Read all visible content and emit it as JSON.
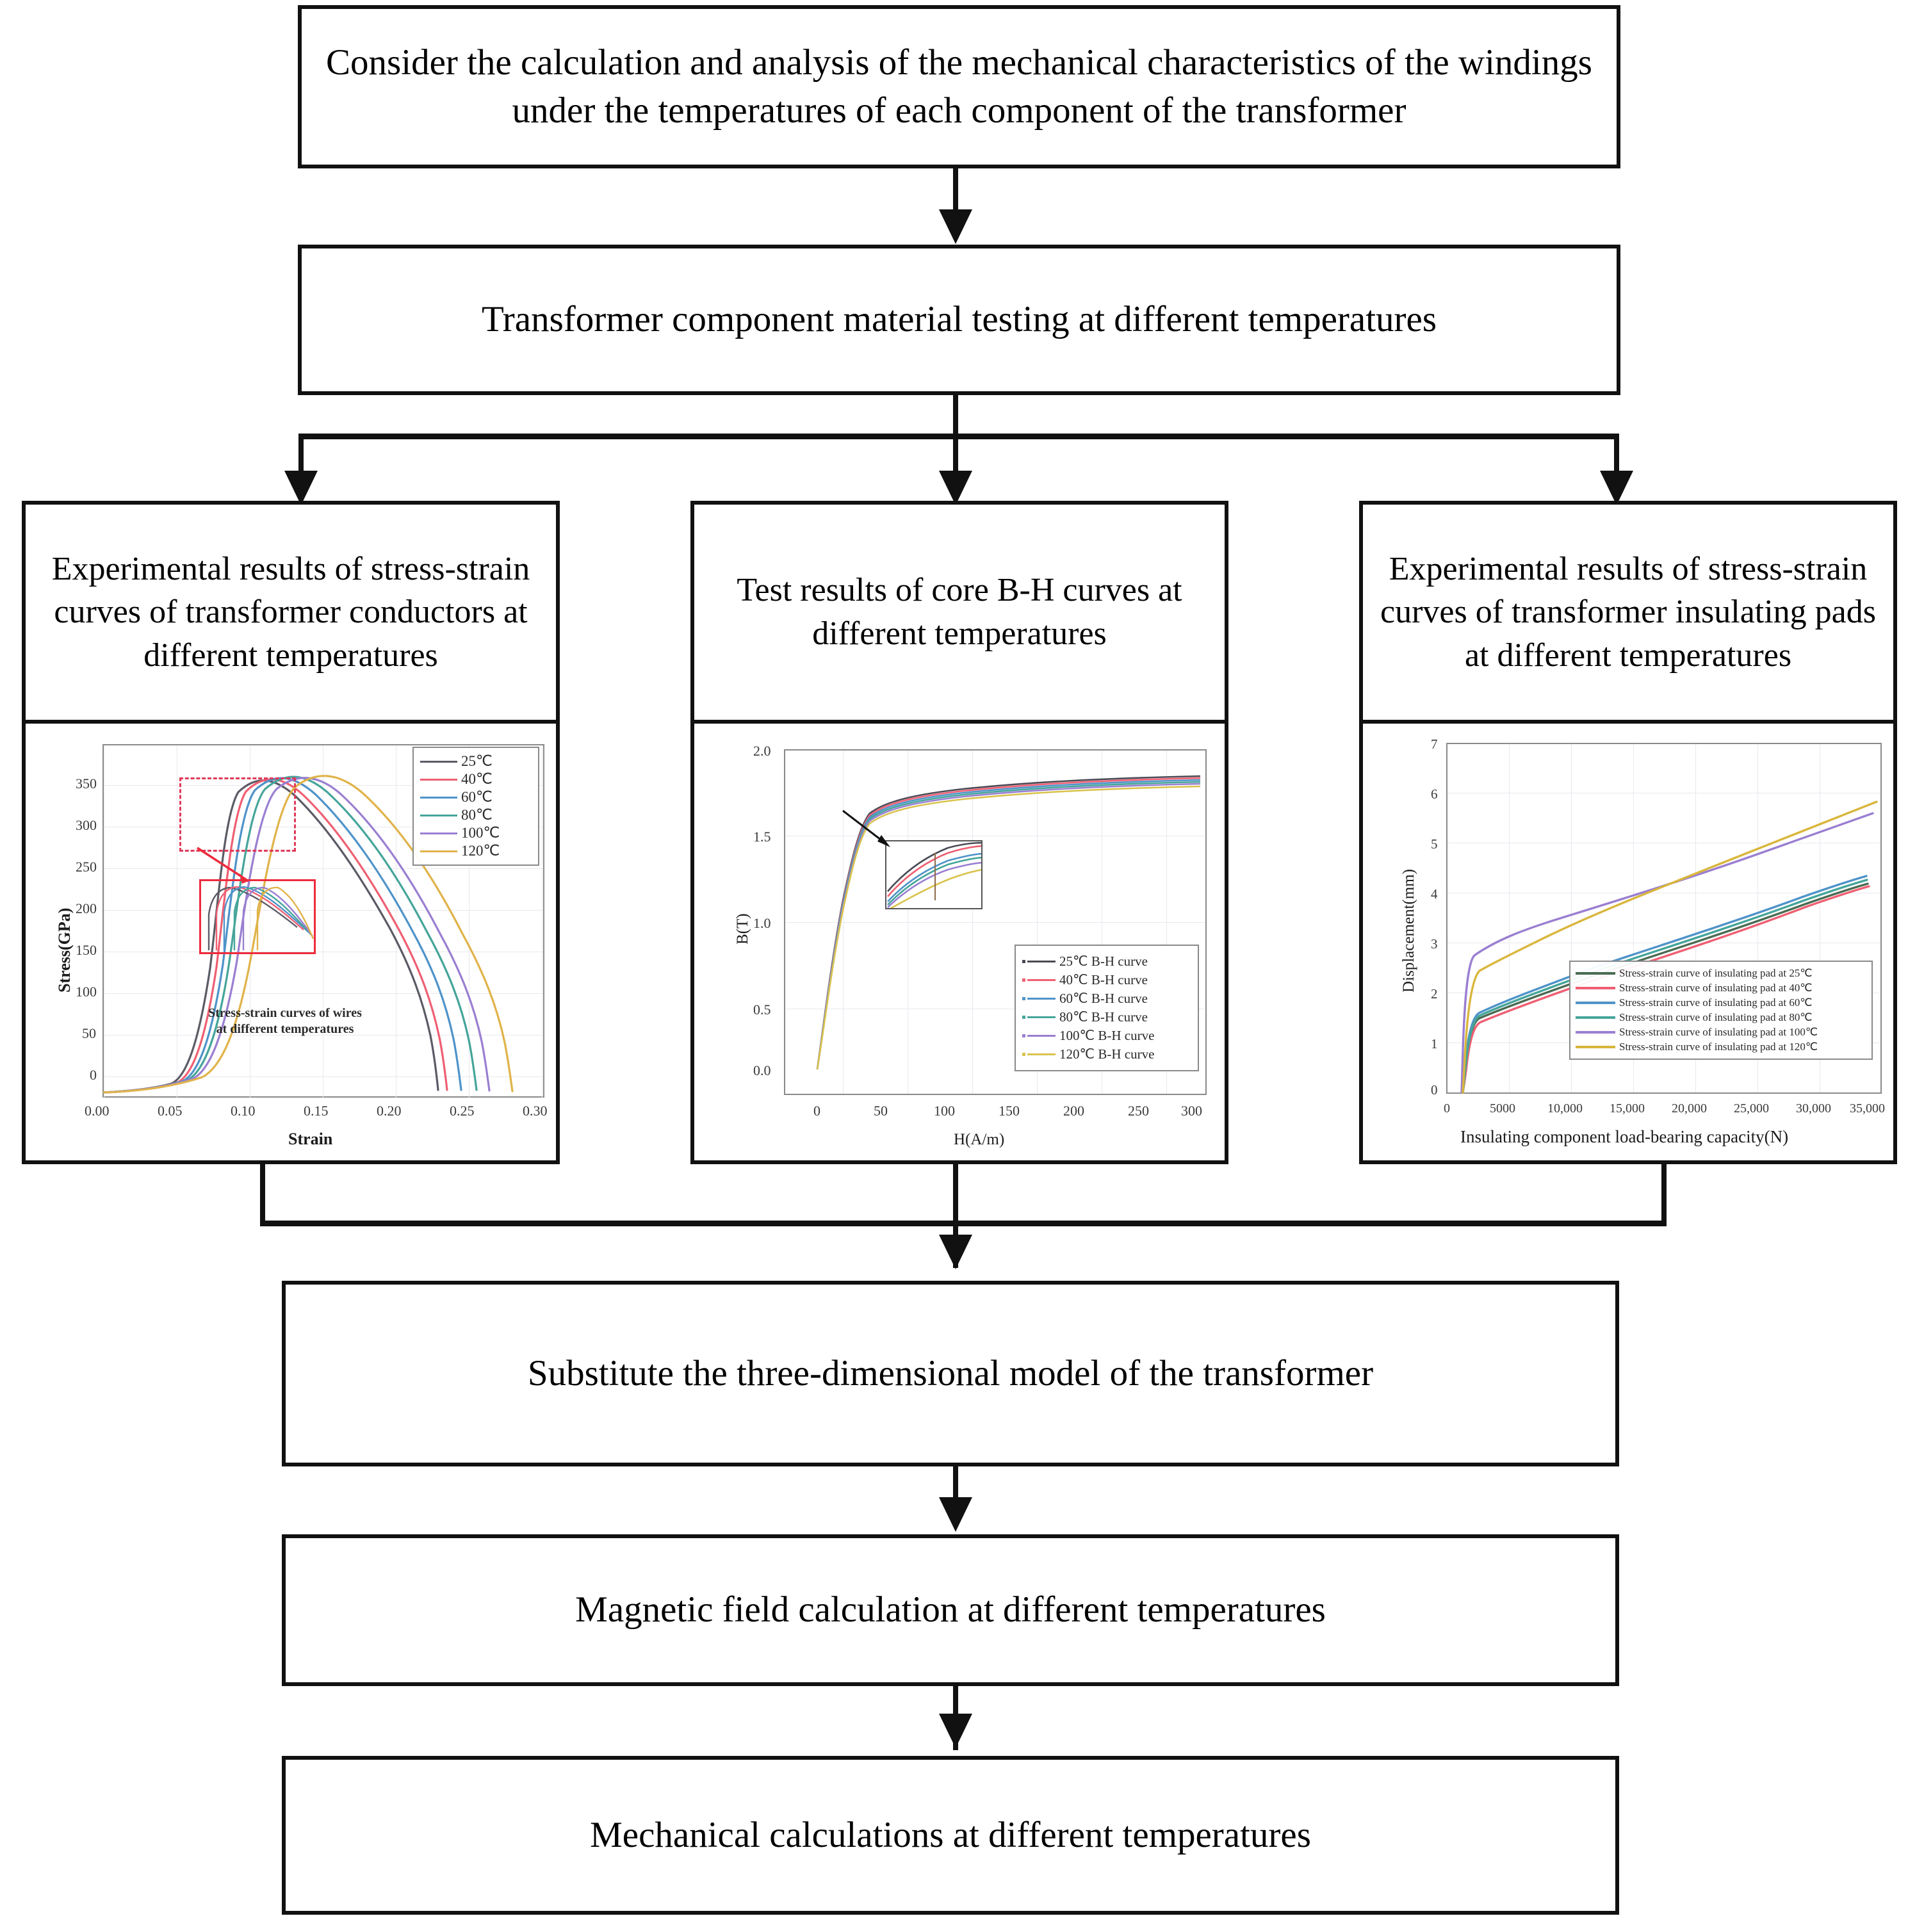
{
  "flow": {
    "nodes": [
      {
        "id": "n1",
        "label": "Consider the calculation and analysis of the mechanical characteristics of the windings under the temperatures of each component of the transformer"
      },
      {
        "id": "n2",
        "label": "Transformer component material testing at different temperatures"
      },
      {
        "id": "n3",
        "label": "Experimental results of stress-strain curves of transformer conductors at different temperatures"
      },
      {
        "id": "n4",
        "label": "Test results of core B-H curves at different temperatures"
      },
      {
        "id": "n5",
        "label": "Experimental results of stress-strain curves of transformer insulating pads at different temperatures"
      },
      {
        "id": "n6",
        "label": "Substitute the three-dimensional model of the transformer"
      },
      {
        "id": "n7",
        "label": "Magnetic field calculation at different temperatures"
      },
      {
        "id": "n8",
        "label": "Mechanical calculations at different temperatures"
      }
    ]
  },
  "chart_data": [
    {
      "id": "stress-strain-conductors",
      "type": "line",
      "title": "",
      "annotation": "Stress-strain curves of wires\nat different temperatures",
      "xlabel": "Strain",
      "ylabel": "Stress(GPa)",
      "xlim": [
        0.0,
        0.3
      ],
      "ylim": [
        0,
        375
      ],
      "xticks": [
        "0.00",
        "0.05",
        "0.10",
        "0.15",
        "0.20",
        "0.25",
        "0.30"
      ],
      "yticks": [
        "0",
        "50",
        "100",
        "150",
        "200",
        "250",
        "300",
        "350"
      ],
      "grid": true,
      "legend_position": "top-right",
      "legend": [
        "25℃",
        "40℃",
        "60℃",
        "80℃",
        "100℃",
        "120℃"
      ],
      "colors": [
        "#5b5b66",
        "#ef5f72",
        "#4f93c9",
        "#45a59a",
        "#9a7fd1",
        "#e0b34a"
      ],
      "series": [
        {
          "name": "25℃",
          "peak_stress": 345,
          "peak_strain": 0.092,
          "fracture_strain": 0.227
        },
        {
          "name": "40℃",
          "peak_stress": 343,
          "peak_strain": 0.098,
          "fracture_strain": 0.232
        },
        {
          "name": "60℃",
          "peak_stress": 347,
          "peak_strain": 0.103,
          "fracture_strain": 0.24
        },
        {
          "name": "80℃",
          "peak_stress": 349,
          "peak_strain": 0.11,
          "fracture_strain": 0.247
        },
        {
          "name": "100℃",
          "peak_stress": 346,
          "peak_strain": 0.118,
          "fracture_strain": 0.251
        },
        {
          "name": "120℃",
          "peak_stress": 345,
          "peak_strain": 0.13,
          "fracture_strain": 0.261
        }
      ]
    },
    {
      "id": "core-bh-curves",
      "type": "line",
      "title": "",
      "xlabel": "H(A/m)",
      "ylabel": "B(T)",
      "xlim": [
        -10,
        310
      ],
      "ylim": [
        0.0,
        2.0
      ],
      "xticks": [
        "0",
        "50",
        "100",
        "150",
        "200",
        "250",
        "300"
      ],
      "yticks": [
        "0.0",
        "0.5",
        "1.0",
        "1.5",
        "2.0"
      ],
      "grid": true,
      "legend_position": "bottom-right",
      "legend": [
        "25℃ B-H curve",
        "40℃ B-H curve",
        "60℃ B-H curve",
        "80℃ B-H curve",
        "100℃ B-H curve",
        "120℃ B-H curve"
      ],
      "colors": [
        "#4a4a55",
        "#ef5f72",
        "#4f93c9",
        "#45a59a",
        "#9a7fd1",
        "#d9c34d"
      ],
      "has_inset": true,
      "series": [
        {
          "name": "25℃ B-H curve",
          "knee_H": 42,
          "knee_B": 1.66,
          "sat_B": 1.83
        },
        {
          "name": "40℃ B-H curve",
          "knee_H": 42,
          "knee_B": 1.655,
          "sat_B": 1.825
        },
        {
          "name": "60℃ B-H curve",
          "knee_H": 42,
          "knee_B": 1.65,
          "sat_B": 1.82
        },
        {
          "name": "80℃ B-H curve",
          "knee_H": 42,
          "knee_B": 1.645,
          "sat_B": 1.815
        },
        {
          "name": "100℃ B-H curve",
          "knee_H": 42,
          "knee_B": 1.64,
          "sat_B": 1.81
        },
        {
          "name": "120℃ B-H curve",
          "knee_H": 42,
          "knee_B": 1.63,
          "sat_B": 1.805
        }
      ]
    },
    {
      "id": "insulating-pad-displacement",
      "type": "line",
      "title": "",
      "xlabel": "Insulating component load-bearing capacity(N)",
      "ylabel": "Displacement(mm)",
      "xlim": [
        0,
        35000
      ],
      "ylim": [
        0,
        7
      ],
      "xticks": [
        "0",
        "5000",
        "10,000",
        "15,000",
        "20,000",
        "25,000",
        "30,000",
        "35,000"
      ],
      "yticks": [
        "0",
        "1",
        "2",
        "3",
        "4",
        "5",
        "6",
        "7"
      ],
      "grid": true,
      "legend_position": "bottom-center",
      "legend": [
        "Stress-strain curve of insulating pad at 25℃",
        "Stress-strain curve of insulating pad at 40℃",
        "Stress-strain curve of insulating pad at 60℃",
        "Stress-strain curve of insulating pad at 80℃",
        "Stress-strain curve of insulating pad at 100℃",
        "Stress-strain curve of insulating pad at 120℃"
      ],
      "colors": [
        "#4a6b52",
        "#ef5f72",
        "#4f93c9",
        "#45a59a",
        "#9a7fd1",
        "#d9b63c"
      ],
      "series": [
        {
          "name": "Stress-strain curve of insulating pad at 25℃",
          "knee": [
            1800,
            1.55
          ],
          "end": [
            31500,
            4.55
          ]
        },
        {
          "name": "Stress-strain curve of insulating pad at 40℃",
          "knee": [
            1800,
            1.45
          ],
          "end": [
            31500,
            4.52
          ]
        },
        {
          "name": "Stress-strain curve of insulating pad at 60℃",
          "knee": [
            1800,
            1.62
          ],
          "end": [
            31500,
            4.68
          ]
        },
        {
          "name": "Stress-strain curve of insulating pad at 80℃",
          "knee": [
            1800,
            1.58
          ],
          "end": [
            31500,
            4.62
          ]
        },
        {
          "name": "Stress-strain curve of insulating pad at 100℃",
          "knee": [
            1500,
            2.72
          ],
          "end": [
            31800,
            6.0
          ]
        },
        {
          "name": "Stress-strain curve of insulating pad at 120℃",
          "knee": [
            1700,
            2.45
          ],
          "end": [
            32000,
            6.3
          ]
        }
      ]
    }
  ]
}
